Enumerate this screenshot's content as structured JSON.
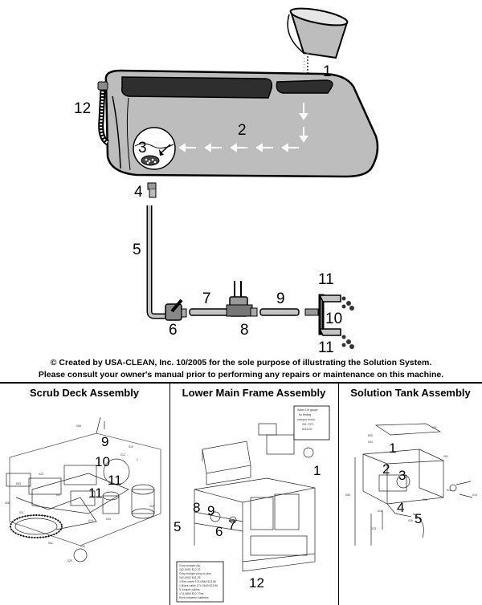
{
  "diagram": {
    "callouts": {
      "c1": "1",
      "c2": "2",
      "c3": "3",
      "c4": "4",
      "c5": "5",
      "c6": "6",
      "c7": "7",
      "c8": "8",
      "c9": "9",
      "c10": "10",
      "c11a": "11",
      "c11b": "11",
      "c12": "12"
    }
  },
  "caption": {
    "line1": "© Created by USA-CLEAN, Inc. 10/2005 for the sole purpose of illustrating the Solution System.",
    "line2": "Please consult your owner's manual prior to performing any repairs or maintenance on this machine."
  },
  "panels": {
    "scrub_deck": {
      "title": "Scrub Deck Assembly",
      "callouts": {
        "c9": "9",
        "c10": "10",
        "c11a": "11",
        "c11b": "11"
      }
    },
    "lower_main_frame": {
      "title": "Lower Main Frame Assembly",
      "note": [
        "Water Lift gauge",
        "for testing",
        "vacuum motor.",
        "991-7071",
        "$116.00"
      ],
      "price_box": [
        "Gray charger (ty)",
        "162-5051 $12.22",
        "Gray charger plug w/ pins",
        "162-5052 $41.25",
        "1 Red cable 174-0848 $13.80",
        "1 Black cable 174-0849 $13.80",
        "5 Jumper cables",
        "174-0850 $10.77ea",
        "Runs between batteries"
      ],
      "callouts": {
        "c1": "1",
        "c5": "5",
        "c6": "6",
        "c7": "7",
        "c8": "8",
        "c9": "9",
        "c12": "12"
      }
    },
    "solution_tank": {
      "title": "Solution Tank Assembly",
      "callouts": {
        "c1": "1",
        "c2": "2",
        "c3": "3",
        "c4": "4",
        "c5": "5"
      }
    }
  }
}
